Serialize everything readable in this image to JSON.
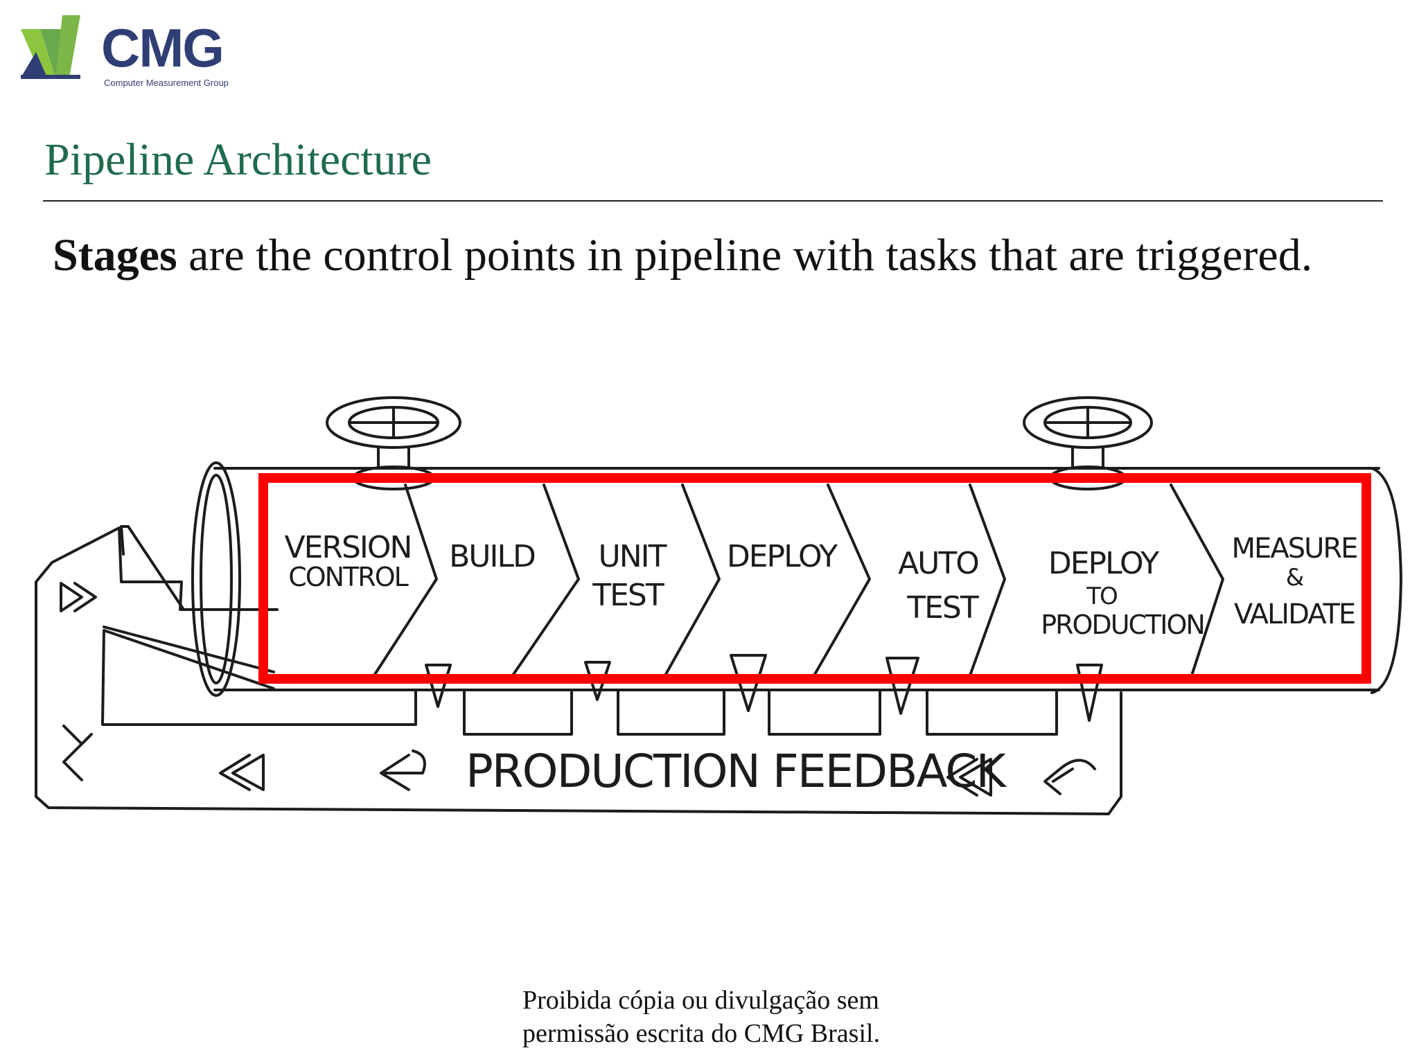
{
  "logo": {
    "name": "CMG",
    "subtitle": "Computer Measurement Group"
  },
  "slide": {
    "title": "Pipeline Architecture",
    "statement_bold": "Stages",
    "statement_rest": " are the control points in pipeline with tasks that are triggered."
  },
  "diagram": {
    "stages": [
      {
        "lines": [
          "VERSION",
          "CONTROL"
        ]
      },
      {
        "lines": [
          "BUILD"
        ]
      },
      {
        "lines": [
          "UNIT",
          "TEST"
        ]
      },
      {
        "lines": [
          "DEPLOY"
        ]
      },
      {
        "lines": [
          "AUTO",
          "TEST"
        ]
      },
      {
        "lines": [
          "DEPLOY",
          "TO",
          "PRODUCTION"
        ]
      },
      {
        "lines": [
          "MEASURE",
          "&",
          "VALIDATE"
        ]
      }
    ],
    "feedback_label": "PRODUCTION FEEDBACK",
    "highlight_color": "#ff0000"
  },
  "footer": {
    "line1": "Proibida cópia ou divulgação sem",
    "line2": "permissão escrita do CMG Brasil."
  }
}
